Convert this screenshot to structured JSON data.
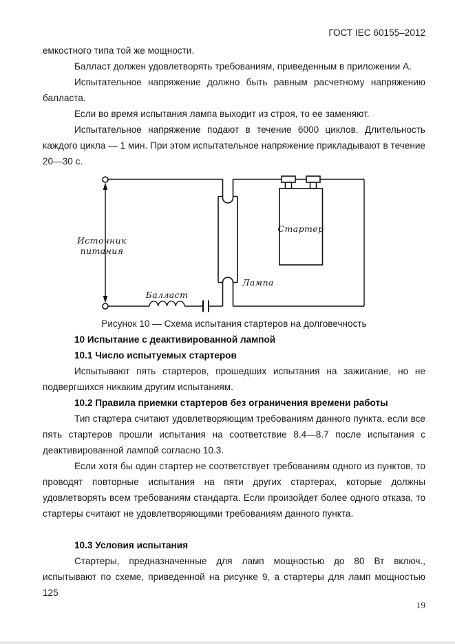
{
  "page": {
    "header": "ГОСТ IEC 60155–2012",
    "page_number": "19"
  },
  "paragraphs": {
    "p1": "емкостного типа той же мощности.",
    "p2": "Балласт должен удовлетворять требованиям, приведенным в приложении А.",
    "p3": "Испытательное напряжение должно быть равным расчетному напряжению балласта.",
    "p4": "Если во время испытания лампа выходит из строя, то ее заменяют.",
    "p5": "Испытательное напряжение подают в течение 6000 циклов. Длительность каждого цикла — 1 мин. При этом испытательное напряжение прикладывают в течение 20—30 с."
  },
  "figure": {
    "caption": "Рисунок 10 — Схема испытания стартеров на долговечность",
    "labels": {
      "source_line1": "Источник",
      "source_line2": "питания",
      "ballast": "Балласт",
      "lamp": "Лампа",
      "starter": "Стартер"
    }
  },
  "sections": {
    "h10": "10 Испытание с деактивированной лампой",
    "h10_1": "10.1 Число испытуемых стартеров",
    "p10_1": "Испытывают пять стартеров, прошедших испытания на зажигание, но не подвергшихся никаким другим испытаниям.",
    "h10_2": "10.2 Правила приемки стартеров без ограничения времени работы",
    "p10_2a": "Тип стартера считают удовлетворяющим требованиям данного пункта, если все пять стартеров прошли испытания на соответствие 8.4—8.7 после испытания с деактивированной лампой согласно 10.3.",
    "p10_2b": "Если хотя бы один стартер не соответствует требованиям одного из пунктов, то проводят повторные испытания на пяти других стартерах, которые должны удовлетворять всем требованиям стандарта. Если произойдет более одного отказа, то стартеры считают не удовлетворяющими требованиям данного пункта.",
    "h10_3": "10.3 Условия испытания",
    "p10_3": "Стартеры, предназначенные для ламп мощностью до 80 Вт включ., испытывают по схеме, приведенной на рисунке 9, а стартеры для ламп мощностью 125"
  }
}
